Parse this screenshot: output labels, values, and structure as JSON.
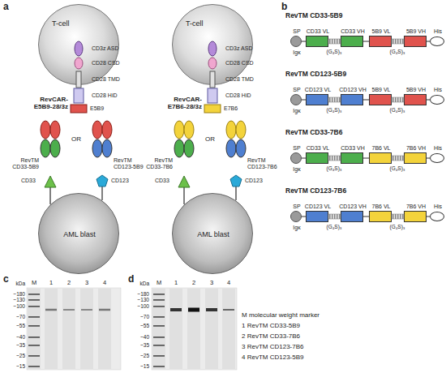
{
  "diagram": {
    "nodes": [
      {
        "text": [
          "T-cell"
        ]
      },
      {
        "text": [
          "AML blast"
        ]
      },
      {
        "text": [
          "T-cell"
        ]
      },
      {
        "text": [
          "AML blast"
        ]
      },
      {
        "text": [
          "SP",
          "Igκ"
        ]
      },
      {
        "text": [
          "CD33 VL"
        ]
      },
      {
        "text": [
          "CD33 VH"
        ]
      },
      {
        "text": [
          "5B9 VL"
        ]
      },
      {
        "text": [
          "5B9 VH"
        ]
      },
      {
        "text": [
          "His"
        ]
      },
      {
        "text": [
          "SP",
          "Igκ"
        ]
      },
      {
        "text": [
          "CD123 VL"
        ]
      },
      {
        "text": [
          "CD123 VH"
        ]
      },
      {
        "text": [
          "5B9 VL"
        ]
      },
      {
        "text": [
          "5B9 VH"
        ]
      },
      {
        "text": [
          "His"
        ]
      },
      {
        "text": [
          "SP",
          "Igκ"
        ]
      },
      {
        "text": [
          "CD33 VL"
        ]
      },
      {
        "text": [
          "CD33 VH"
        ]
      },
      {
        "text": [
          "7B6 VL"
        ]
      },
      {
        "text": [
          "7B6 VH"
        ]
      },
      {
        "text": [
          "His"
        ]
      },
      {
        "text": [
          "SP",
          "Igκ"
        ]
      },
      {
        "text": [
          "CD123 VL"
        ]
      },
      {
        "text": [
          "CD123 VH"
        ]
      },
      {
        "text": [
          "7B6 VL"
        ]
      },
      {
        "text": [
          "7B6 VH"
        ]
      },
      {
        "text": [
          "His"
        ]
      }
    ],
    "labels": [
      "a",
      "b",
      "c",
      "d",
      "CD3z ASD",
      "CD28 CSD",
      "CD28 TMD",
      "CD28 HiD",
      "E5B9",
      "RevCAR-E5B9-28/3z",
      "RevTM CD33-5B9",
      "OR",
      "RevTM CD123-5B9",
      "CD33",
      "CD123",
      "CD3z ASD",
      "CD28 CSD",
      "CD28 TMD",
      "CD28 HiD",
      "E7B6",
      "RevCAR-E7B6-28/3z",
      "RevTM CD33-7B6",
      "OR",
      "RevTM CD123-7B6",
      "CD33",
      "CD123",
      "RevTM CD33-5B9",
      "RevTM CD123-5B9",
      "RevTM CD33-7B6",
      "RevTM CD123-7B6",
      "(G₄S)₃",
      "(G₄S)₃",
      "(G₄S)₃",
      "(G₄S)₃",
      "(G₄S)₃",
      "(G₄S)₃",
      "(G₄S)₃",
      "(G₄S)₃",
      "kDa",
      "~180",
      "~130",
      "~100",
      "~70",
      "~55",
      "~40",
      "~35",
      "~25",
      "~15",
      "M",
      "1",
      "2",
      "3",
      "4",
      "kDa",
      "~180",
      "~130",
      "~100",
      "~70",
      "~55",
      "~40",
      "~35",
      "~25",
      "~15",
      "M",
      "1",
      "2",
      "3",
      "4",
      "M molecular weight marker",
      "1 RevTM CD33-5B9",
      "2 RevTM CD33-7B6",
      "3 RevTM CD123-7B6",
      "4 RevTM CD123-5B9"
    ]
  }
}
